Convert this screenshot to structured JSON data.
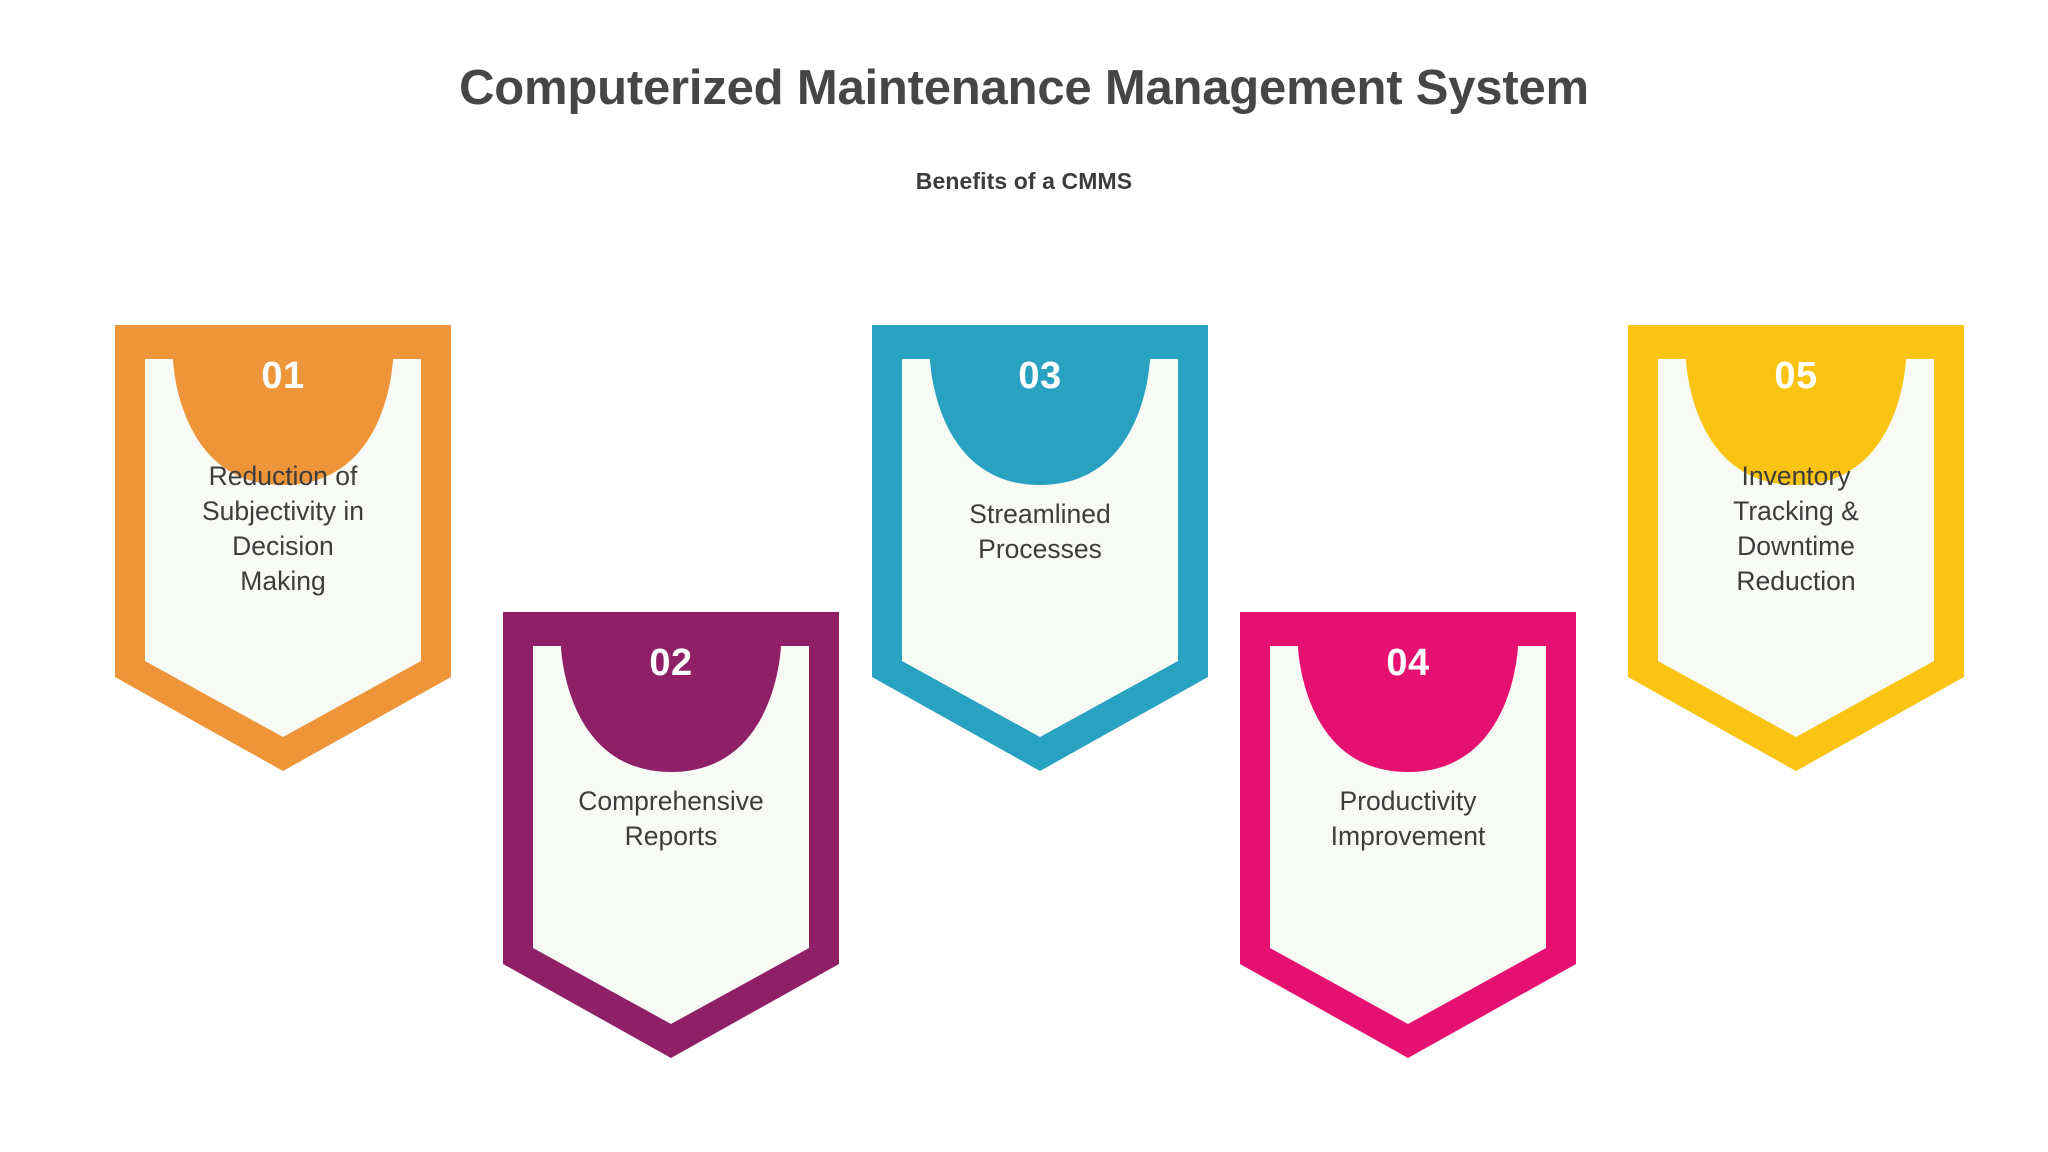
{
  "header": {
    "title": "Computerized Maintenance Management System",
    "subtitle": "Benefits of a CMMS"
  },
  "colors": {
    "background": "#ffffff",
    "title_text": "#464646",
    "subtitle_text": "#3c3c3c",
    "label_text": "#3d3d3d",
    "inner_fill": "#f8faf5",
    "shield_1": "#ef9539",
    "shield_2": "#8f2068",
    "shield_3": "#29a2c2",
    "shield_4": "#e5106f",
    "shield_5": "#fbc412"
  },
  "shields": [
    {
      "number": "01",
      "label": "Reduction of Subjectivity in Decision Making",
      "color": "#ef9539",
      "lines": [
        "Reduction of",
        "Subjectivity in",
        "Decision",
        "Making"
      ]
    },
    {
      "number": "02",
      "label": "Comprehensive Reports",
      "color": "#8f2068",
      "lines": [
        "Comprehensive",
        "Reports"
      ]
    },
    {
      "number": "03",
      "label": "Streamlined Processes",
      "color": "#29a2c2",
      "lines": [
        "Streamlined",
        "Processes"
      ]
    },
    {
      "number": "04",
      "label": "Productivity Improvement",
      "color": "#e5106f",
      "lines": [
        "Productivity",
        "Improvement"
      ]
    },
    {
      "number": "05",
      "label": "Inventory Tracking & Downtime Reduction",
      "color": "#fbc412",
      "lines": [
        "Inventory",
        "Tracking &",
        "Downtime",
        "Reduction"
      ]
    }
  ]
}
